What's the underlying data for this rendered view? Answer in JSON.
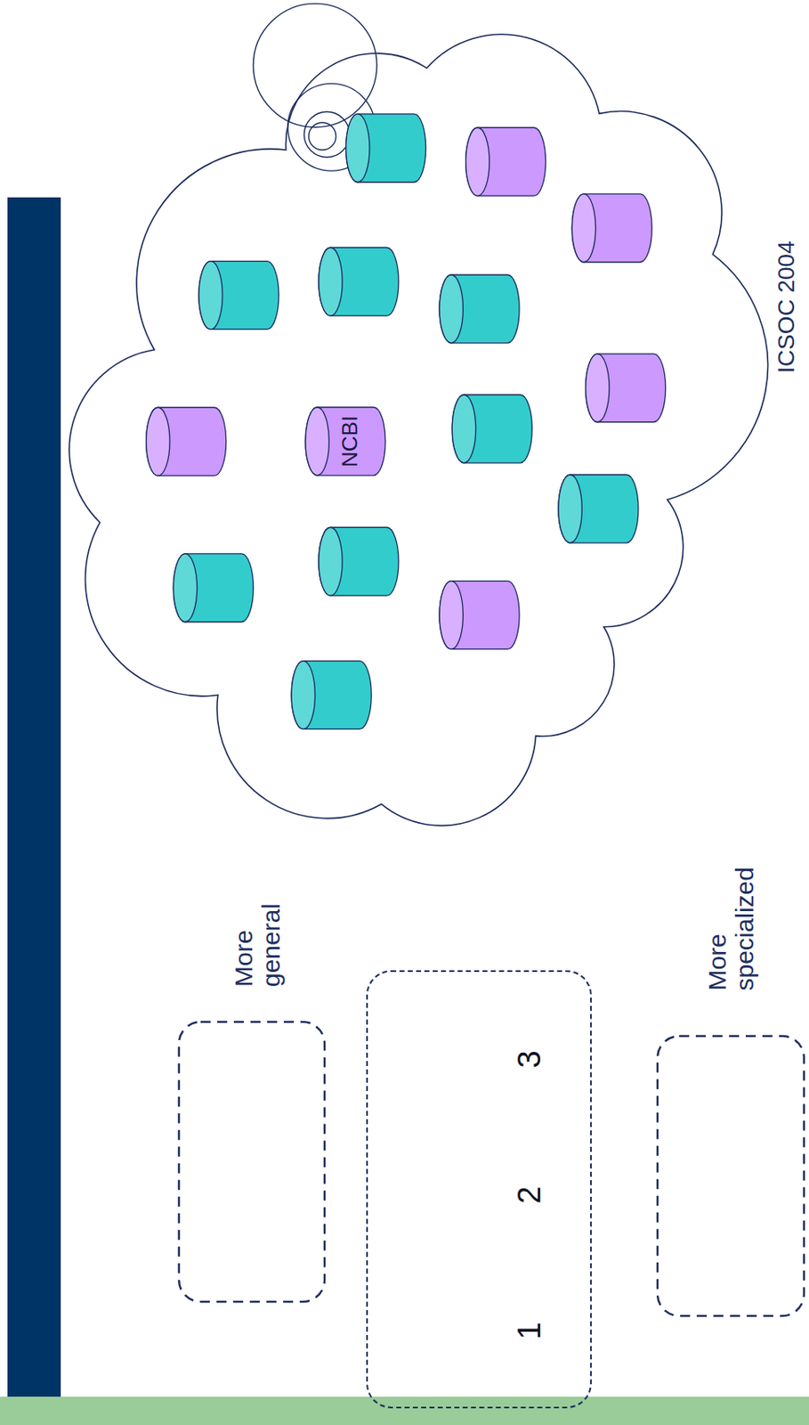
{
  "diagram": {
    "nodes": [
      {
        "text": [
          "NCBI"
        ]
      },
      {
        "text": [
          "1",
          "2",
          "3"
        ]
      }
    ],
    "labels": [
      "More general",
      "More specialized",
      "ICSOC 2004"
    ]
  }
}
